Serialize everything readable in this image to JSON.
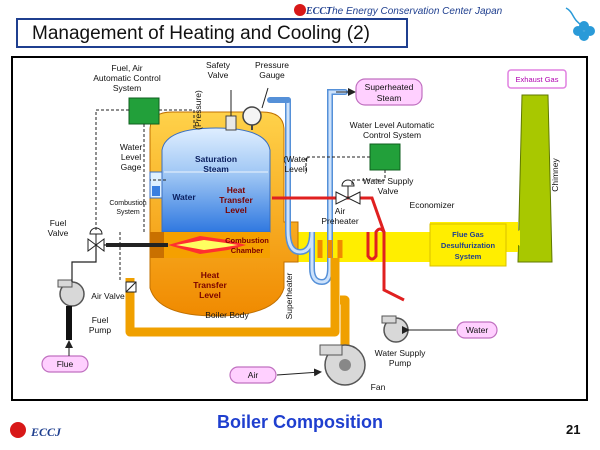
{
  "header": {
    "title": "Management of Heating and Cooling (2)",
    "org_name": "The Energy Conservation Center Japan",
    "org_abbr": "ECCJ"
  },
  "diagram": {
    "labels": {
      "fuel_air_control": [
        "Fuel, Air",
        "Automatic Control",
        "System"
      ],
      "safety_valve": [
        "Safety",
        "Valve"
      ],
      "pressure_gauge": [
        "Pressure",
        "Gauge"
      ],
      "pressure": "(Pressure)",
      "water_level_gage": [
        "Water",
        "Level",
        "Gage"
      ],
      "saturation_steam": [
        "Saturation",
        "Steam"
      ],
      "water_level": [
        "(Water",
        "Level)"
      ],
      "water": "Water",
      "heat_transfer_upper": [
        "Heat",
        "Transfer",
        "Level"
      ],
      "combustion_system": [
        "Combustion",
        "System"
      ],
      "fuel_valve": [
        "Fuel",
        "Valve"
      ],
      "combustion_chamber": [
        "Combustion",
        "Chamber"
      ],
      "heat_transfer_lower": [
        "Heat",
        "Transfer",
        "Level"
      ],
      "air_valve": "Air Valve",
      "fuel_pump": [
        "Fuel",
        "Pump"
      ],
      "boiler_body": "Boiler Body",
      "superheater": "Superheater",
      "superheated_steam": [
        "Superheated",
        "Steam"
      ],
      "water_level_control": [
        "Water Level Automatic",
        "Control System"
      ],
      "water_supply_valve": [
        "Water Supply",
        "Valve"
      ],
      "air_preheater": [
        "Air",
        "Preheater"
      ],
      "economizer": "Economizer",
      "flue_gas_desulf": [
        "Flue Gas",
        "Desulfurization",
        "System"
      ],
      "exhaust_gas": "Exhaust Gas",
      "chimney": "Chimney",
      "water_in": "Water",
      "water_supply_pump": [
        "Water Supply",
        "Pump"
      ],
      "air_in": "Air",
      "fan": "Fan",
      "flue": "Flue"
    }
  },
  "caption": "Boiler Composition",
  "page_number": "21",
  "colors": {
    "accent": "#1f3fcf",
    "boiler_orange": "#f5a000",
    "water_blue": "#3a7fe0",
    "steam_light": "#b8d4f4",
    "flue_yellow": "#ffee00",
    "pipe_red": "#e02020",
    "control_green": "#22a03a",
    "pill_pink": "#ffd0ff",
    "chimney_green": "#a8c800"
  }
}
